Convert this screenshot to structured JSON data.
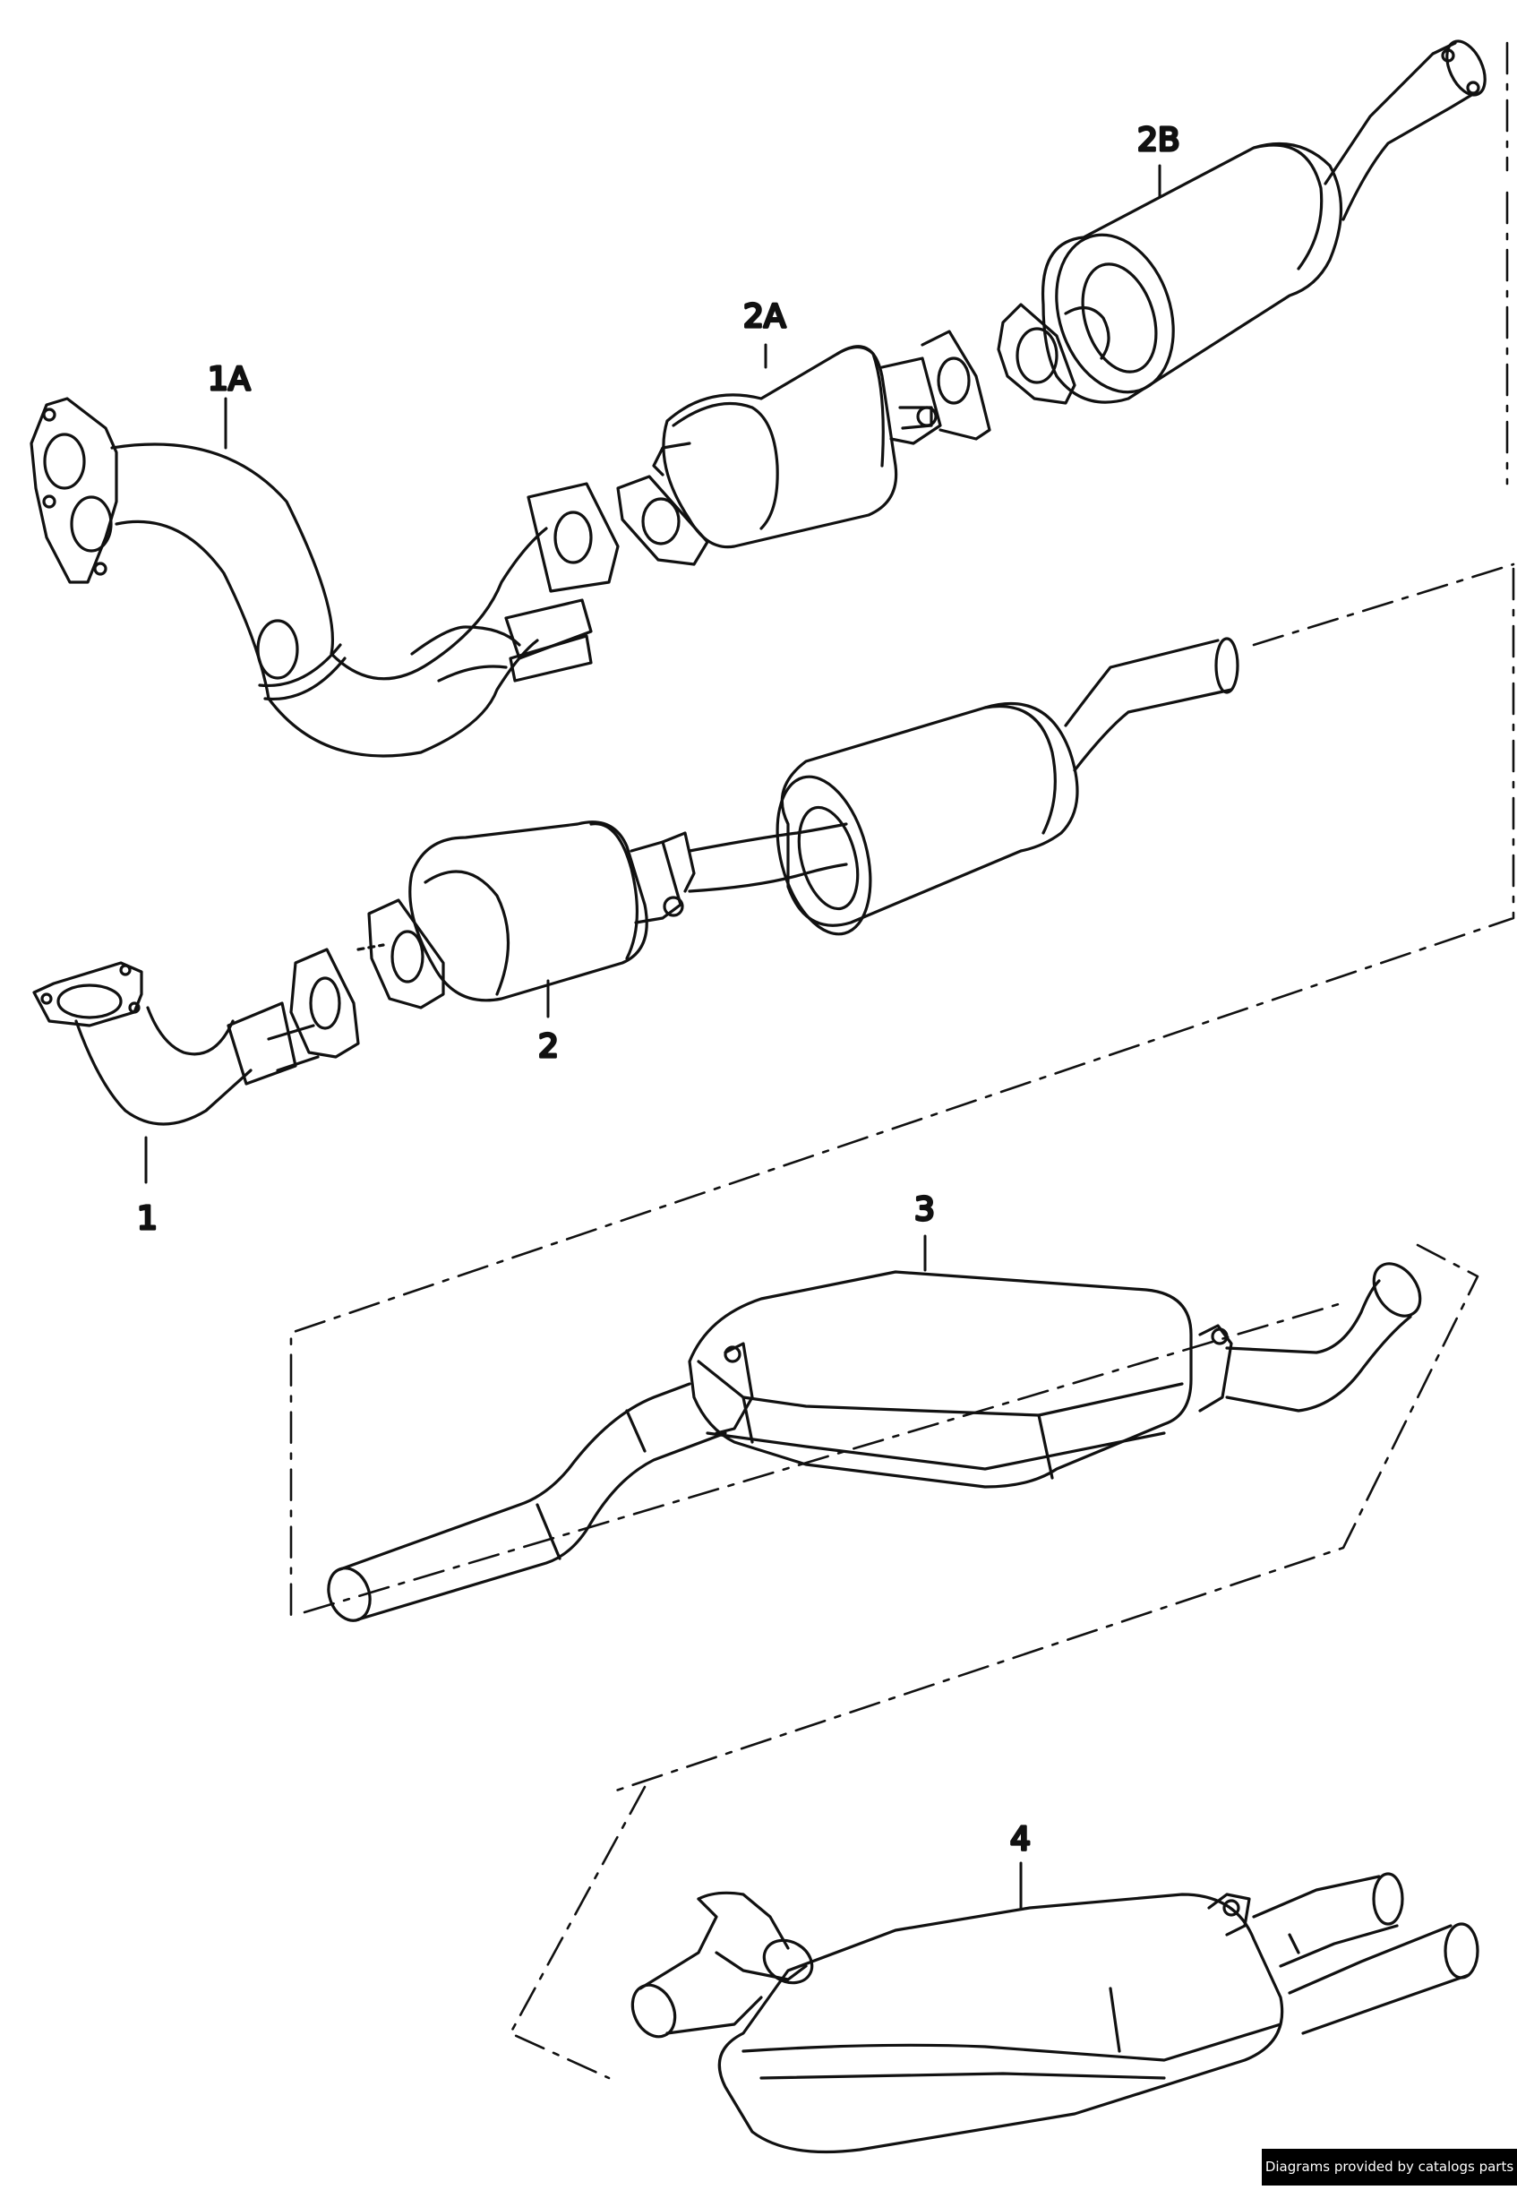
{
  "diagram": {
    "callouts": {
      "part_1": "1",
      "part_1a": "1A",
      "part_2": "2",
      "part_2a": "2A",
      "part_2b": "2B",
      "part_3": "3",
      "part_4": "4"
    },
    "colors": {
      "line": "#111111",
      "background": "#ffffff"
    }
  },
  "footer": {
    "credit_text": "Diagrams provided by catalogs parts",
    "credit_bg": "#000000",
    "credit_fg": "#ffffff"
  }
}
